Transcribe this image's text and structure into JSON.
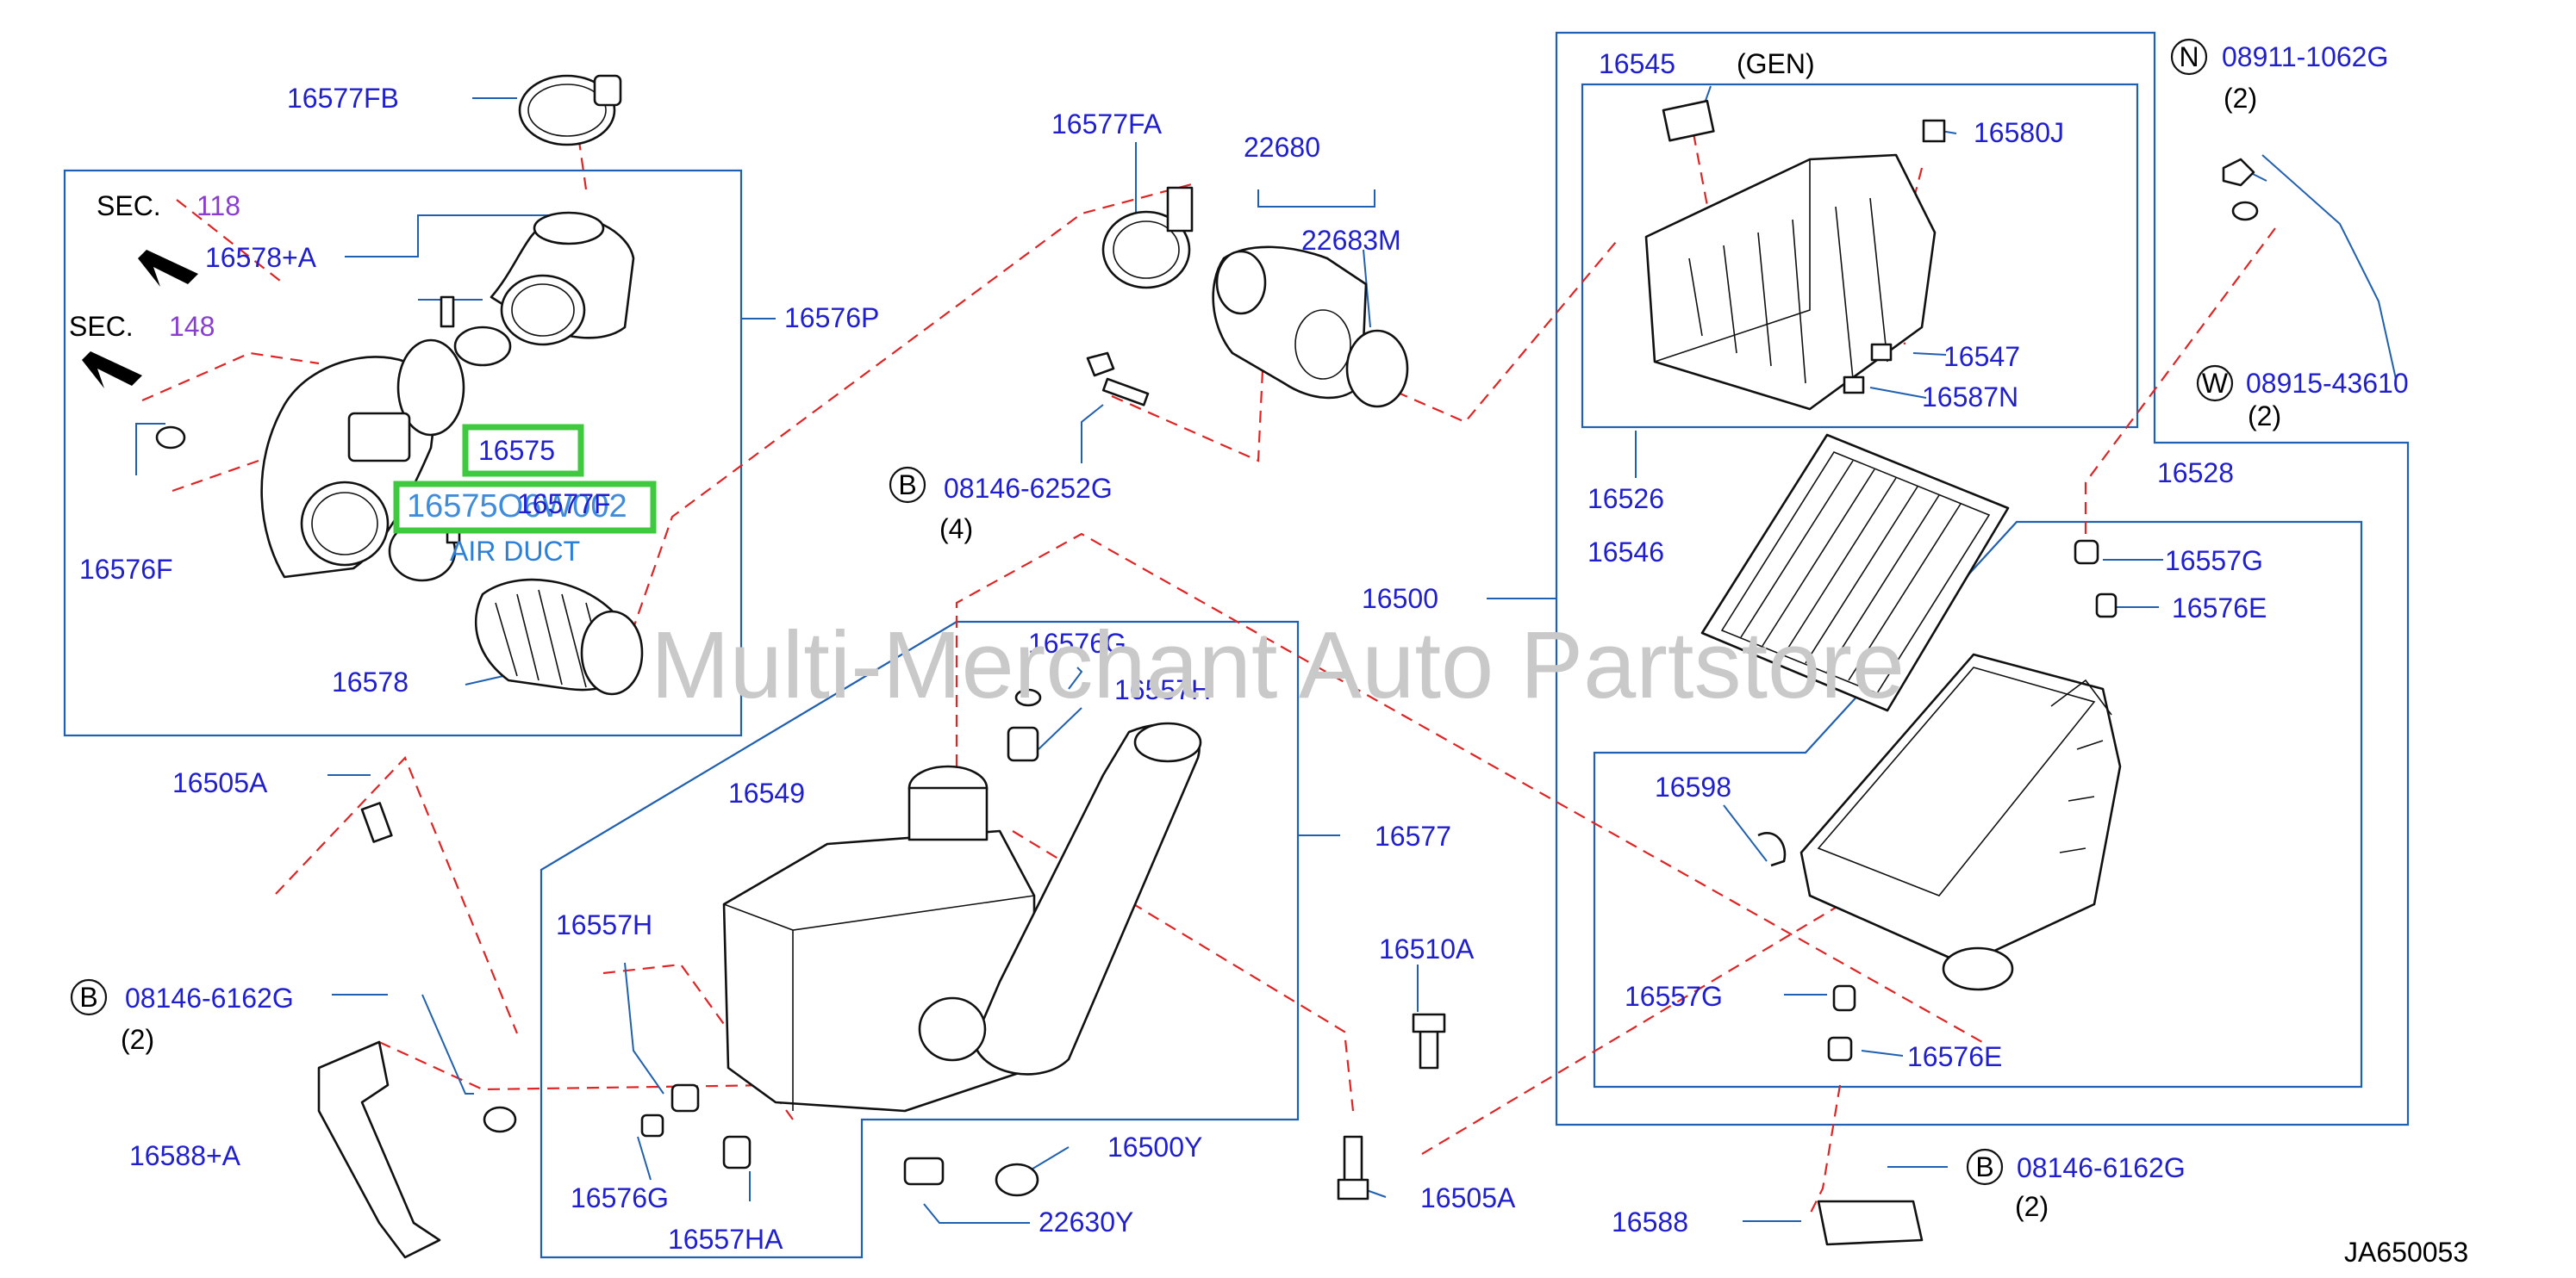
{
  "labels": {
    "p16577FB": "16577FB",
    "p16578A": "16578+A",
    "p16576P": "16576P",
    "p16575": "16575",
    "p16576F": "16576F",
    "p16577F": "16577F",
    "p16578": "16578",
    "p16577FA": "16577FA",
    "p22680": "22680",
    "p22683M": "22683M",
    "p08146_6252G": "08146-6252G",
    "p16545": "16545",
    "p16580J": "16580J",
    "p16547": "16547",
    "p16587N": "16587N",
    "p16526": "16526",
    "p16546": "16546",
    "p16500": "16500",
    "p16528": "16528",
    "p16557G_top": "16557G",
    "p16576E_top": "16576E",
    "p08911": "08911-1062G",
    "p08915": "08915-43610",
    "p16576G_top": "16576G",
    "p16557H_top": "16557H",
    "p16549": "16549",
    "p16577": "16577",
    "p16505A_top": "16505A",
    "p08146_6162G_left": "08146-6162G",
    "p16588A": "16588+A",
    "p16557H_left": "16557H",
    "p16576G_bot": "16576G",
    "p16557HA": "16557HA",
    "p16500Y": "16500Y",
    "p22630Y": "22630Y",
    "p16510A": "16510A",
    "p16505A_bot": "16505A",
    "p16598": "16598",
    "p16557G_bot": "16557G",
    "p16576E_bot": "16576E",
    "p16588": "16588",
    "p08146_6162G_right": "08146-6162G"
  },
  "section_refs": [
    {
      "prefix": "SEC.",
      "number": "118"
    },
    {
      "prefix": "SEC.",
      "number": "148"
    }
  ],
  "gen_label": "(GEN)",
  "circle_letters": {
    "b1": "B",
    "b2": "B",
    "b3": "B",
    "n": "N",
    "w": "W"
  },
  "quantities": {
    "q4": "(4)",
    "q2_n": "(2)",
    "q2_w": "(2)",
    "q2_bl": "(2)",
    "q2_br": "(2)"
  },
  "highlight_overlay": {
    "part_number": "16575",
    "variant": "16575O6W002",
    "name": "AIR DUCT"
  },
  "watermark": "Multi-Merchant Auto Partstore",
  "diagram_code": "JA650053",
  "colors": {
    "label": "#1f1fcf",
    "leader": "#2060b0",
    "dashed": "#e02424",
    "highlight": "#3ec93e",
    "sec_number": "#8a3dd1"
  }
}
